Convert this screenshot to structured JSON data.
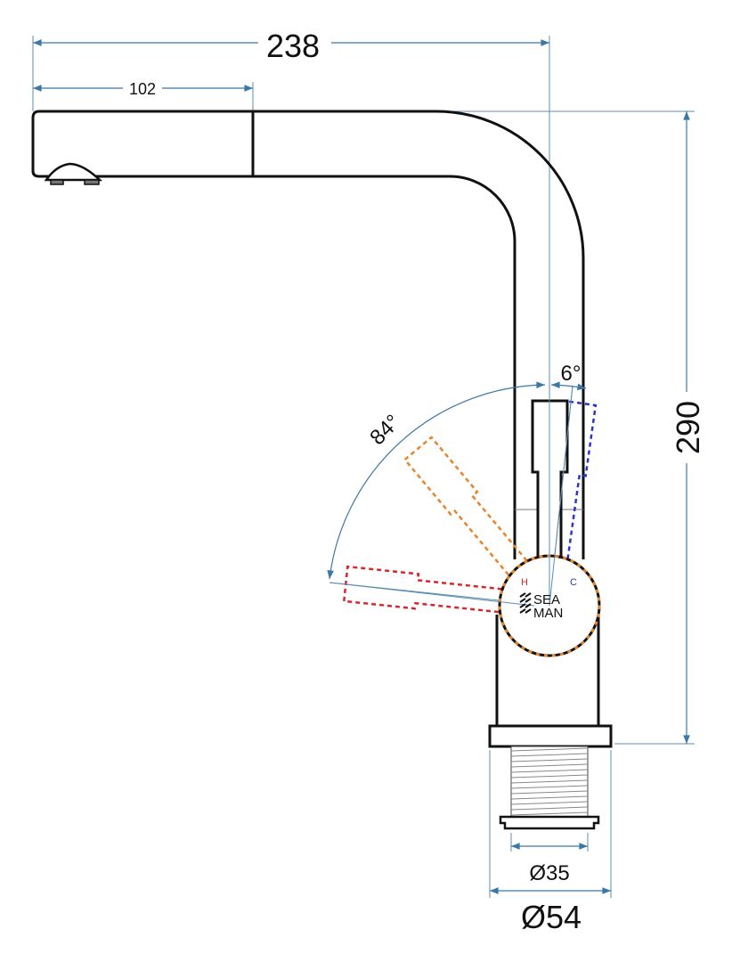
{
  "drawing": {
    "dimensions": {
      "total_reach": "238",
      "spray_head_length": "102",
      "height": "290",
      "thread_diameter": "Ø35",
      "base_diameter": "Ø54",
      "hot_angle": "84°",
      "cold_angle": "6°"
    },
    "handle_labels": {
      "hot": "H",
      "cold": "C"
    },
    "logo": {
      "line1": "SEA",
      "line2": "MAN"
    },
    "colors": {
      "dimension_line": "#3c78a6",
      "hot_position": "#d9262b",
      "intermediate_position": "#e8842a",
      "cold_position": "#2b35c9",
      "hot_label": "#d9262b",
      "cold_label": "#2b35c9"
    }
  }
}
